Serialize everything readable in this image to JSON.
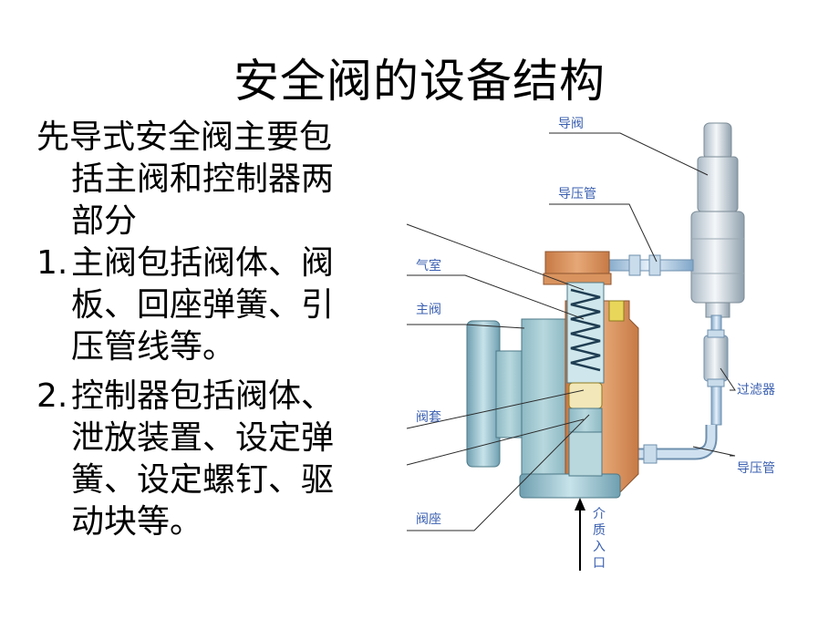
{
  "slide": {
    "title": "安全阀的设备结构",
    "intro_lines": [
      "先导式安全阀主要包",
      "括主阀和控制器两",
      "部分"
    ],
    "item1_number": "1.",
    "item1_lines": [
      "主阀包括阀体、阀",
      "板、回座弹簧、引",
      "压管线等。"
    ],
    "item2_number": "2.",
    "item2_lines": [
      "控制器包括阀体、",
      "泄放装置、设定弹",
      "簧、设定螺钉、驱",
      "动块等。"
    ]
  },
  "diagram": {
    "labels": {
      "pilot_valve": "导阀",
      "pressure_pipe_top": "导压管",
      "air_chamber": "气室",
      "main_valve": "主阀",
      "valve_sleeve": "阀套",
      "valve_seat": "阀座",
      "filter": "过滤器",
      "pressure_pipe_bottom": "导压管",
      "medium_inlet": [
        "介",
        "质",
        "入",
        "口"
      ]
    },
    "colors": {
      "label": "#3a5fb0",
      "body_blue": "#9cc4cc",
      "body_orange": "#d9935e",
      "pipe": "#a9c7df",
      "spring_yellow": "#e8d65a"
    }
  }
}
